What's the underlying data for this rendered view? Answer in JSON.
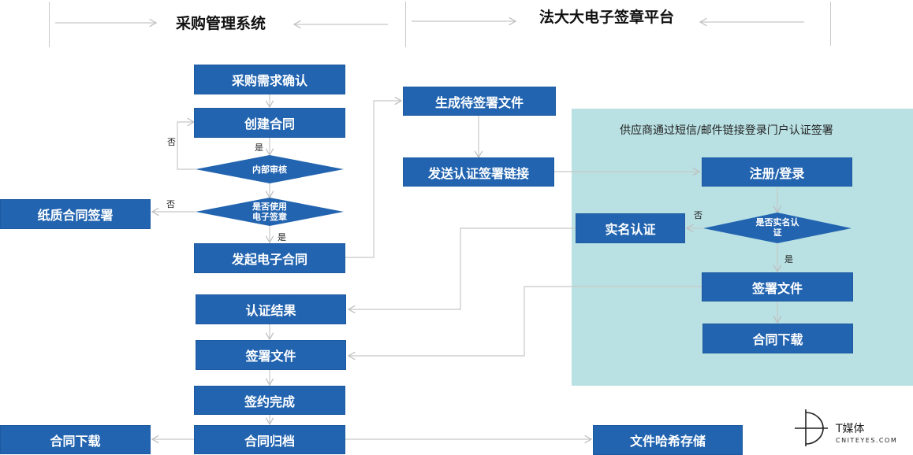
{
  "header": {
    "left_title": "采购管理系统",
    "right_title": "法大大电子签章平台"
  },
  "left_flow": {
    "confirm": "采购需求确认",
    "create": "创建合同",
    "internal_review": "内部审核",
    "use_esign_line1": "是否使用",
    "use_esign_line2": "电子签章",
    "paper": "纸质合同签署",
    "initiate": "发起电子合同",
    "auth_result": "认证结果",
    "sign_file": "签署文件",
    "signed_done": "签约完成",
    "archive": "合同归档",
    "download": "合同下载",
    "hash_store": "文件哈希存储"
  },
  "right_flow": {
    "generate": "生成待签署文件",
    "send_link": "发送认证签署链接",
    "panel_caption": "供应商通过短信/邮件链接登录门户认证签署",
    "register": "注册/登录",
    "realname_q_line1": "是否实名认",
    "realname_q_line2": "证",
    "realname": "实名认证",
    "sign_file": "签署文件",
    "download": "合同下载"
  },
  "labels": {
    "no1": "否",
    "yes1": "是",
    "no2": "否",
    "yes2": "是",
    "no3": "否",
    "yes3": "是"
  },
  "logo": {
    "name": "T媒体",
    "sub": "CNITEYES.COM"
  },
  "colors": {
    "box": "#2264b0",
    "panel": "#b9e0e2",
    "connector": "#c8c8c8"
  }
}
